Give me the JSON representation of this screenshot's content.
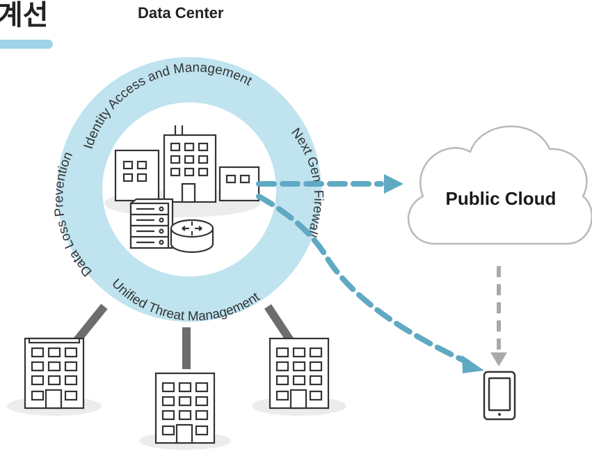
{
  "header": {
    "corner_title": "계선",
    "diagram_title": "Data Center"
  },
  "ring": {
    "labels": [
      "Identity Access and Management",
      "Next Gen. Firewall",
      "Unified Threat Management",
      "Data Loss Prevention"
    ]
  },
  "cloud": {
    "label": "Public Cloud"
  },
  "colors": {
    "ring": "#bfe3ef",
    "accent_bar": "#9fd3e8",
    "dashed_arrow_blue": "#5fa9c3",
    "dashed_arrow_gray": "#a9a9a9",
    "connector": "#6d6d6d",
    "icon_stroke": "#333333",
    "shadow": "#ececec"
  },
  "icons": {
    "data_center": [
      "building-icon",
      "building-icon",
      "building-icon",
      "server-rack-icon",
      "router-icon"
    ],
    "branches": [
      "office-building-icon",
      "office-building-icon",
      "office-building-icon"
    ],
    "endpoint": "tablet-icon"
  }
}
